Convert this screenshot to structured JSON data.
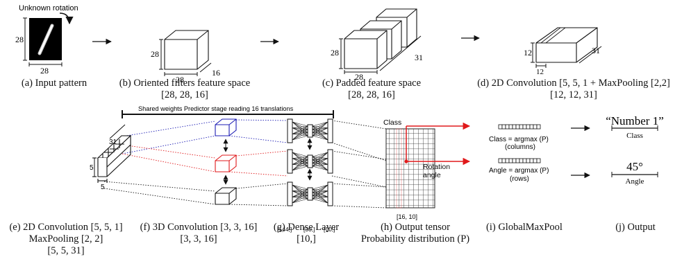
{
  "top_row": {
    "input": {
      "rotation_label": "Unknown rotation",
      "h": "28",
      "w": "28"
    },
    "oriented": {
      "h": "28",
      "w": "28",
      "d": "16"
    },
    "padded": {
      "h": "28",
      "w": "28",
      "d": "31"
    },
    "conv2d": {
      "h": "12",
      "w": "12",
      "d": "31"
    }
  },
  "captions": {
    "a": [
      "(a) Input pattern"
    ],
    "b": [
      "(b) Oriented filters feature space",
      "[28, 28, 16]"
    ],
    "c": [
      "(c) Padded feature space",
      "[28, 28, 16]"
    ],
    "d": [
      "(d) 2D Convolution [5, 5, 1 + MaxPooling [2,2]",
      "[12, 12, 31]"
    ],
    "e": [
      "(e) 2D Convolution [5, 5, 1]",
      "MaxPooling [2, 2]",
      "[5, 5, 31]"
    ],
    "f": [
      "(f) 3D Convolution [3, 3, 16]",
      "[3, 3, 16]"
    ],
    "g": [
      "(g) Dense Layer",
      "[10,]"
    ],
    "h": [
      "(h) Output tensor",
      "Probability distribution (P)"
    ],
    "i": [
      "(i) GlobalMaxPool"
    ],
    "j": [
      "(j) Output"
    ]
  },
  "bottom_row": {
    "shared_label": "Shared weights Predictor stage reading 16 translations",
    "block": {
      "d": "31",
      "h": "5",
      "w": "5"
    },
    "dense_sizes": [
      "[144,]",
      "[30,]",
      "[10,]"
    ],
    "tensor": {
      "class_label": "Class",
      "rotation_label": [
        "Rotation",
        "angle"
      ],
      "shape": "[16, 10]"
    },
    "pool": {
      "class_eq": "Class = argmax (P)",
      "class_sub": "(columns)",
      "angle_eq": "Angle = argmax (P)",
      "angle_sub": "(rows)"
    },
    "output": {
      "class_value": "“Number 1”",
      "class_name": "Class",
      "angle_value": "45°",
      "angle_name": "Angle"
    }
  },
  "colors": {
    "blue": "#1c1cb4",
    "red": "#e0191b",
    "black": "#111111"
  }
}
